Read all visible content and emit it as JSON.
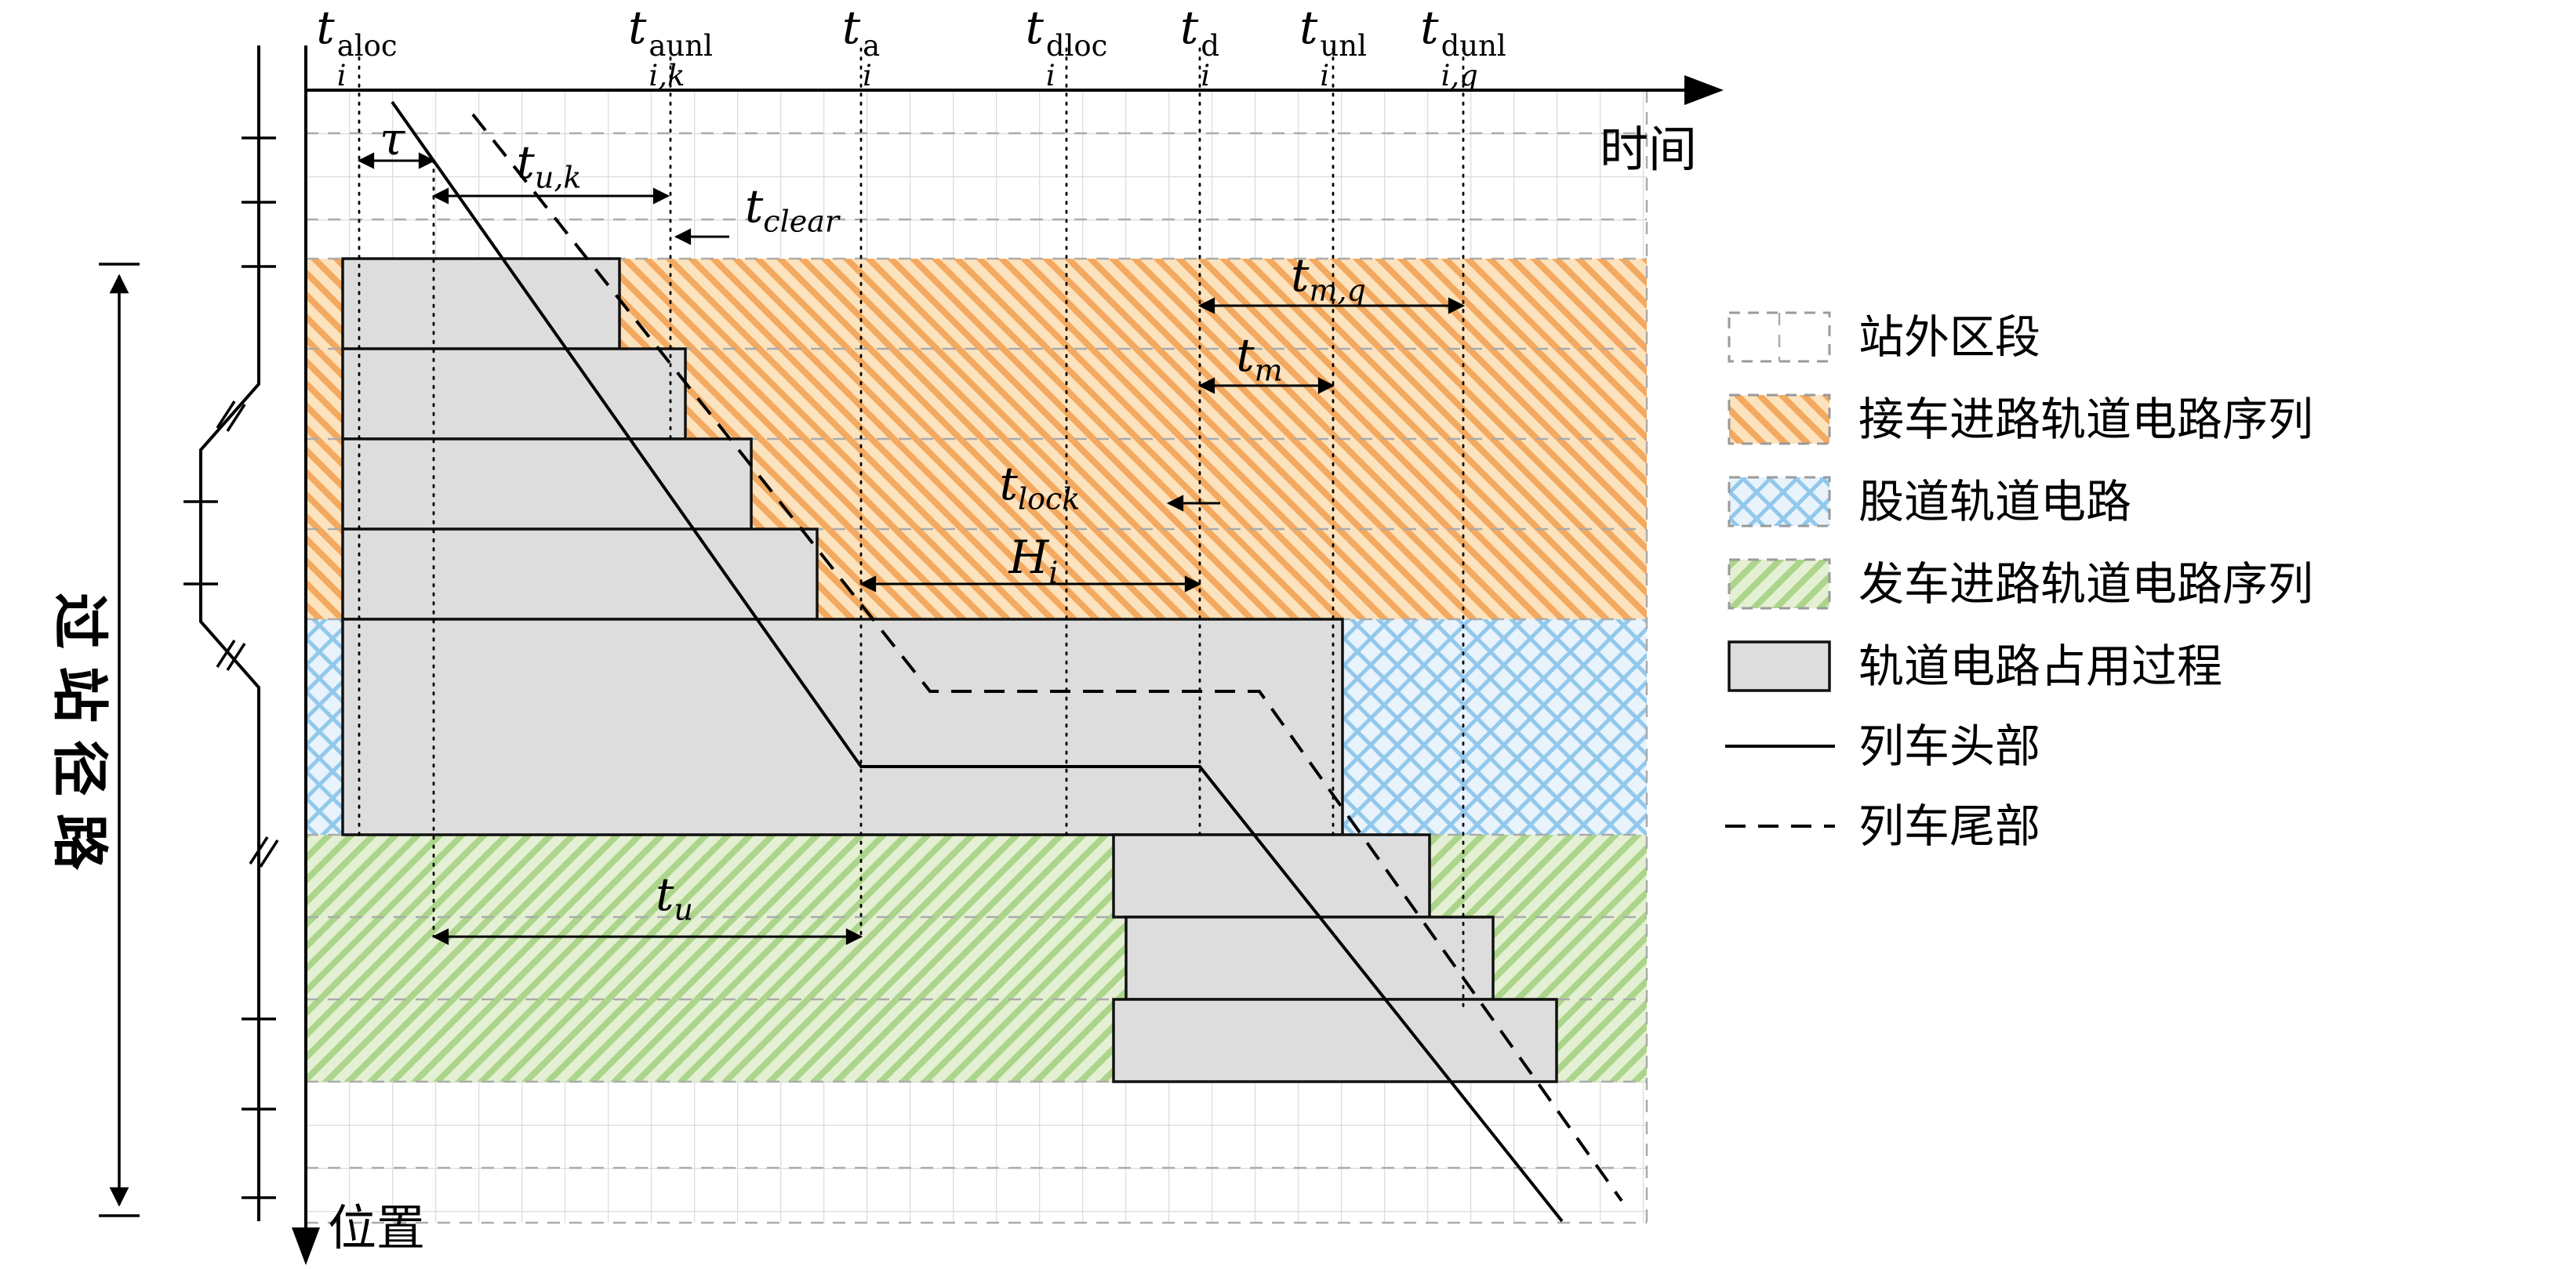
{
  "axes": {
    "x_label": "时间",
    "y_label": "位置"
  },
  "route_label": "过站径路",
  "time_labels": [
    {
      "base": "t",
      "sub": "i",
      "sup": "aloc"
    },
    {
      "base": "t",
      "sub": "i,k",
      "sup": "aunl"
    },
    {
      "base": "t",
      "sub": "i",
      "sup": "a"
    },
    {
      "base": "t",
      "sub": "i",
      "sup": "dloc"
    },
    {
      "base": "t",
      "sub": "i",
      "sup": "d"
    },
    {
      "base": "t",
      "sub": "i",
      "sup": "unl"
    },
    {
      "base": "t",
      "sub": "i,q",
      "sup": "dunl"
    }
  ],
  "interval_labels": [
    {
      "base": "τ",
      "sub": ""
    },
    {
      "base": "t",
      "sub": "u,k"
    },
    {
      "base": "t",
      "sub": "clear"
    },
    {
      "base": "t",
      "sub": "m,q"
    },
    {
      "base": "t",
      "sub": "m"
    },
    {
      "base": "t",
      "sub": "lock"
    },
    {
      "base": "H",
      "sub": "i"
    },
    {
      "base": "t",
      "sub": "u"
    }
  ],
  "legend": {
    "items": [
      {
        "label": "站外区段",
        "swatch": "outside-section-dashed"
      },
      {
        "label": "接车进路轨道电路序列",
        "swatch": "arrival-route-hatch"
      },
      {
        "label": "股道轨道电路",
        "swatch": "siding-track-crosshatch"
      },
      {
        "label": "发车进路轨道电路序列",
        "swatch": "departure-route-hatch"
      },
      {
        "label": "轨道电路占用过程",
        "swatch": "occupation-gray-box"
      },
      {
        "label": "列车头部",
        "swatch": "solid-line"
      },
      {
        "label": "列车尾部",
        "swatch": "dashed-line"
      }
    ]
  },
  "colors": {
    "arrival_bg": "#FCE3BE",
    "arrival_line": "#F3A960",
    "track_bg": "#E9F3FB",
    "track_line": "#92C8EC",
    "departure_bg": "#E4F0D3",
    "departure_line": "#ACD58B",
    "occupied_fill": "#DDDDDD",
    "grid_line": "#DCDCDC",
    "dashed_line": "#ABABAB"
  }
}
